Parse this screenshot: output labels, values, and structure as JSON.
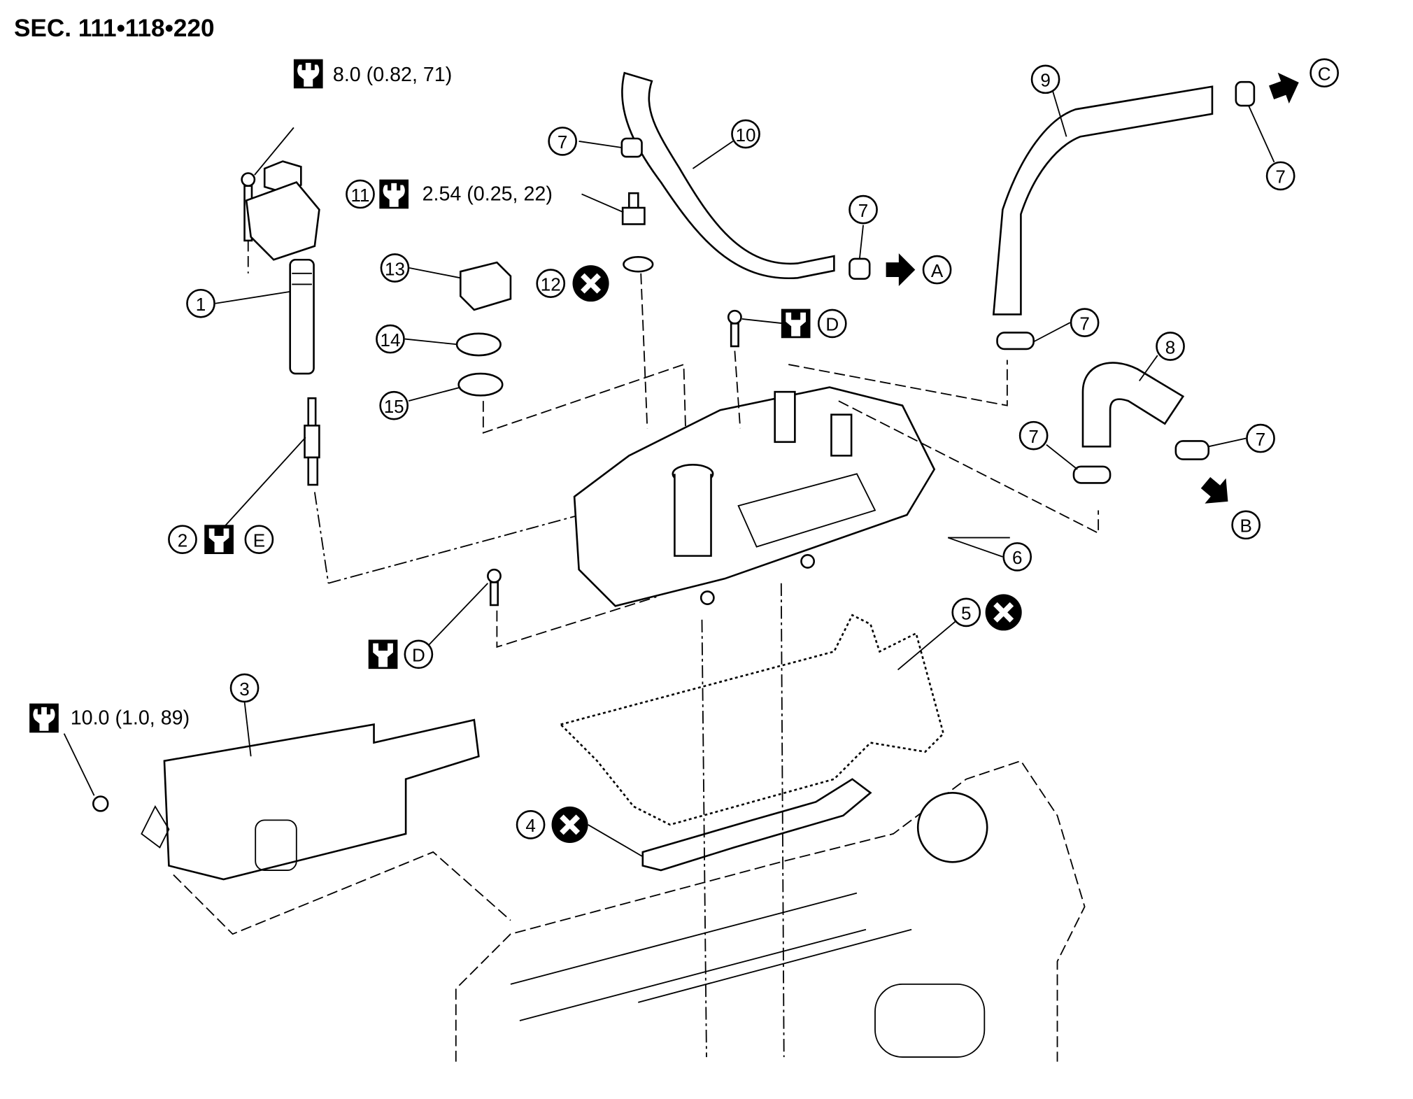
{
  "title": "SEC. 111•118•220",
  "torque_specs": {
    "coil_bolt": "8.0 (0.82, 71)",
    "pcv_valve": "2.54 (0.25, 22)",
    "cover_bolt": "10.0 (1.0, 89)"
  },
  "callouts": {
    "c1": "1",
    "c2": "2",
    "c3": "3",
    "c4": "4",
    "c5": "5",
    "c6": "6",
    "c7": "7",
    "c8": "8",
    "c9": "9",
    "c10": "10",
    "c11": "11",
    "c12": "12",
    "c13": "13",
    "c14": "14",
    "c15": "15"
  },
  "letters": {
    "A": "A",
    "B": "B",
    "C": "C",
    "D": "D",
    "E": "E"
  },
  "icons": {
    "torque": "wrench-torque-icon",
    "non_reusable": "x-circle-icon",
    "arrow": "arrow-right-icon",
    "sealant": "open-wrench-icon"
  }
}
